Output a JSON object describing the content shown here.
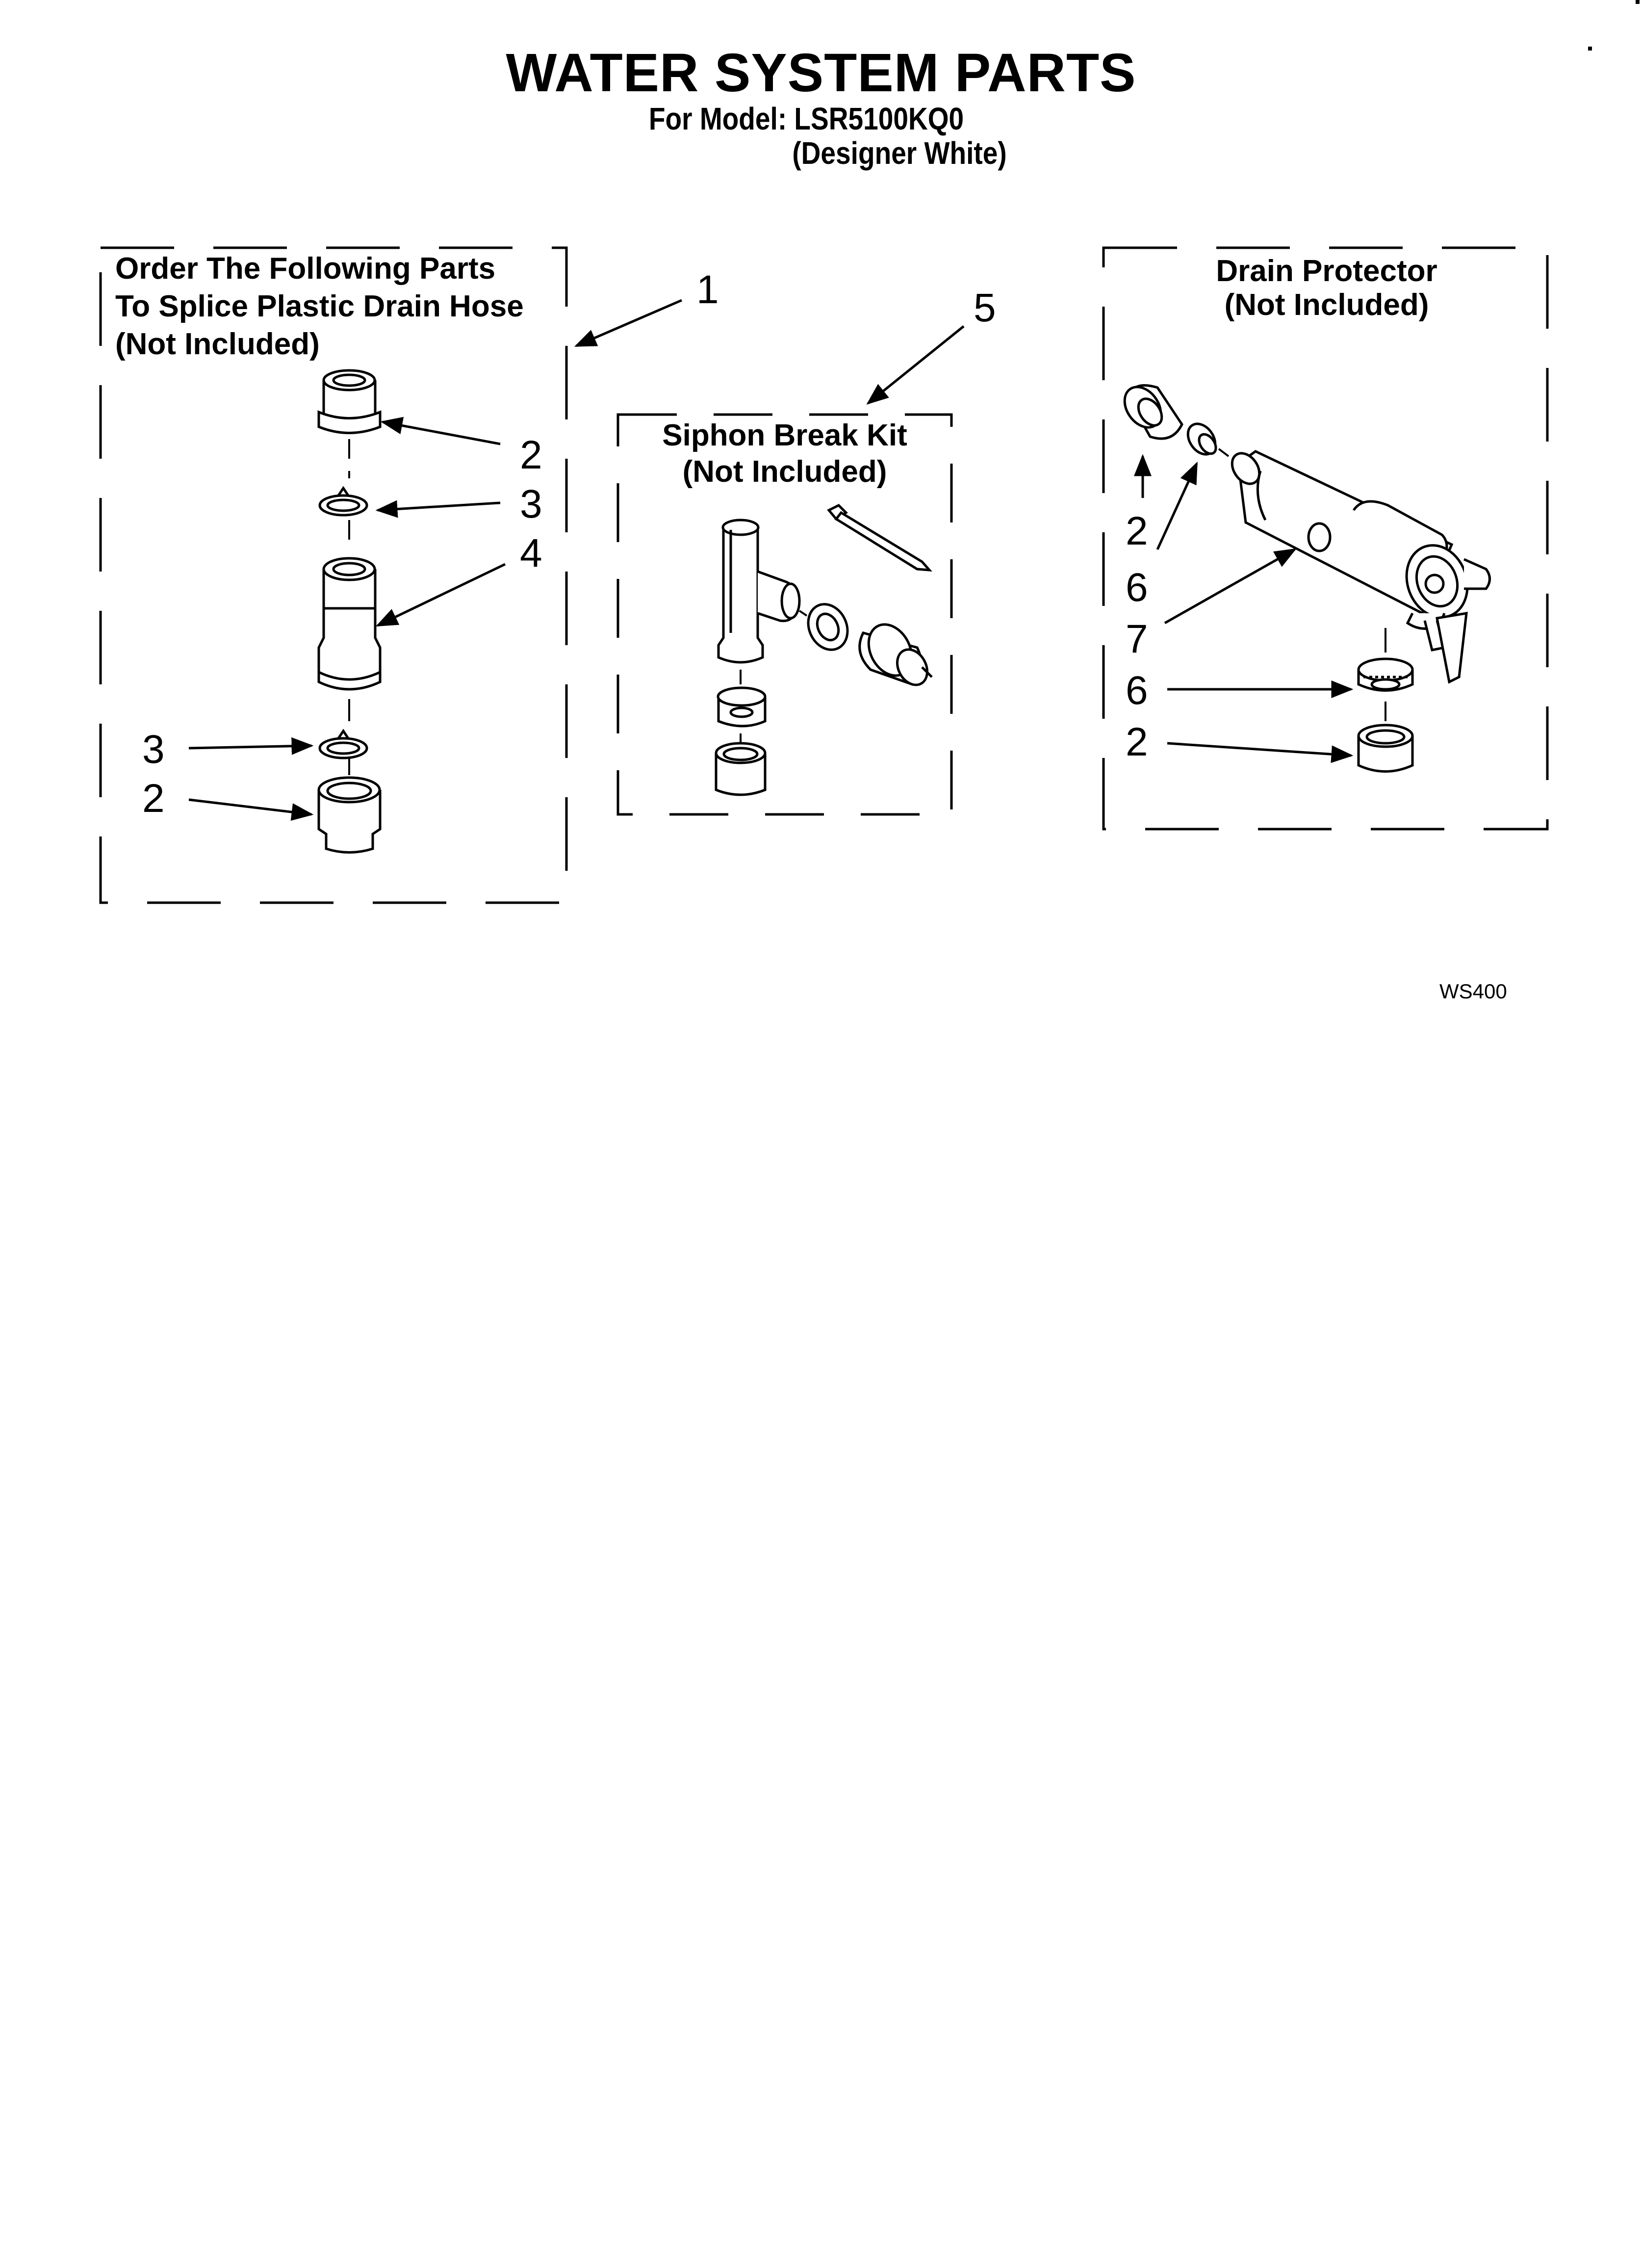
{
  "header": {
    "title": "WATER SYSTEM PARTS",
    "model_line": "For Model: LSR5100KQ0",
    "variant_line": "(Designer White)"
  },
  "groups": {
    "splice": {
      "lines": [
        "Order The Following Parts",
        "To Splice Plastic Drain Hose",
        "(Not Included)"
      ],
      "callout": "1"
    },
    "siphon": {
      "lines": [
        "Siphon Break Kit",
        "(Not Included)"
      ],
      "callout": "5"
    },
    "drain": {
      "lines": [
        "Drain Protector",
        "(Not Included)"
      ]
    }
  },
  "callouts": {
    "splice": [
      "2",
      "3",
      "4",
      "3",
      "2"
    ],
    "drain": [
      "2",
      "6",
      "7",
      "6",
      "2"
    ]
  },
  "footer": {
    "code": "WS400"
  }
}
